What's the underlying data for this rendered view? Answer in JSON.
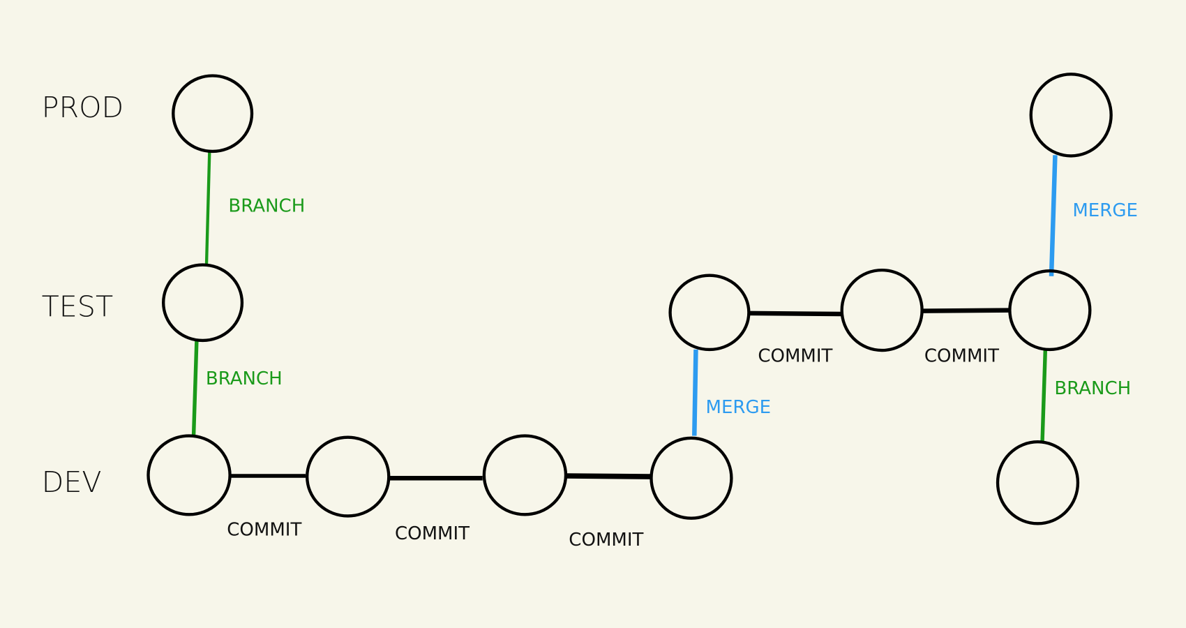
{
  "colors": {
    "background": "#f7f6ea",
    "branch": "#1a9a1a",
    "merge": "#2d9bf0",
    "commit": "#000000"
  },
  "lanes": [
    {
      "id": "prod",
      "label": "PROD"
    },
    {
      "id": "test",
      "label": "TEST"
    },
    {
      "id": "dev",
      "label": "DEV"
    }
  ],
  "edges": [
    {
      "from": "prod1",
      "to": "test1",
      "type": "branch",
      "label": "BRANCH"
    },
    {
      "from": "test1",
      "to": "dev1",
      "type": "branch",
      "label": "BRANCH"
    },
    {
      "from": "dev1",
      "to": "dev2",
      "type": "commit",
      "label": "COMMIT"
    },
    {
      "from": "dev2",
      "to": "dev3",
      "type": "commit",
      "label": "COMMIT"
    },
    {
      "from": "dev3",
      "to": "dev4",
      "type": "commit",
      "label": "COMMIT"
    },
    {
      "from": "dev4",
      "to": "test2",
      "type": "merge",
      "label": "MERGE"
    },
    {
      "from": "test2",
      "to": "test3",
      "type": "commit",
      "label": "COMMIT"
    },
    {
      "from": "test3",
      "to": "test4",
      "type": "commit",
      "label": "COMMIT"
    },
    {
      "from": "test4",
      "to": "prod2",
      "type": "merge",
      "label": "MERGE"
    },
    {
      "from": "test4",
      "to": "dev5",
      "type": "branch",
      "label": "BRANCH"
    }
  ]
}
